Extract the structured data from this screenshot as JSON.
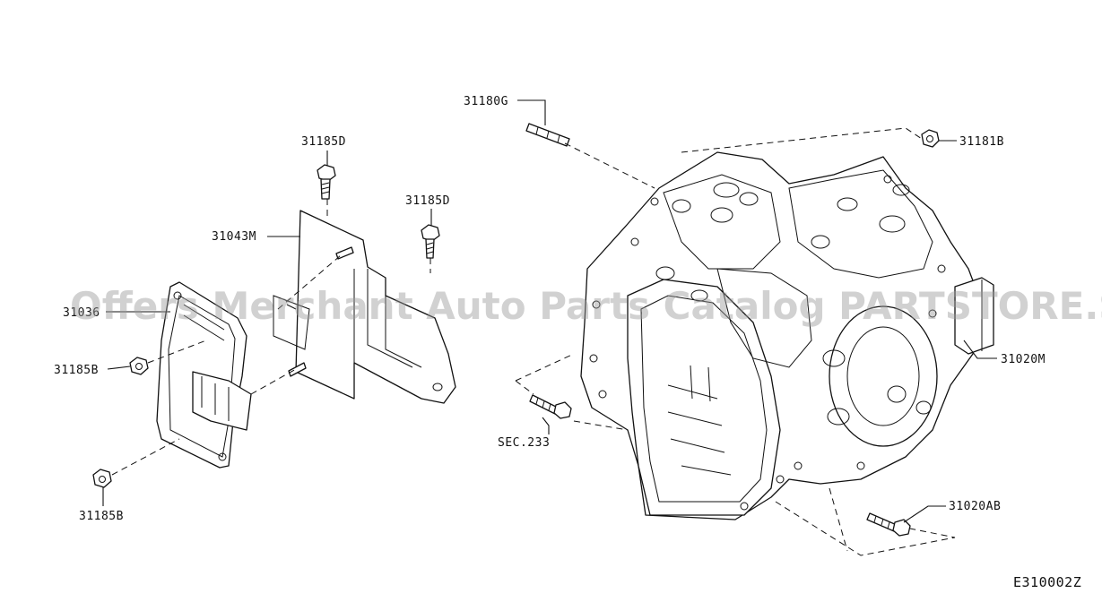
{
  "watermark": "Offers Merchant Auto Parts Catalog PARTSTORE.SA",
  "figure_code": "E310002Z",
  "labels": {
    "l31180G": "31180G",
    "l31181B": "31181B",
    "l31185D_a": "31185D",
    "l31185D_b": "31185D",
    "l31043M": "31043M",
    "l310xx": "31036",
    "l31185B_a": "31185B",
    "l31185B_b": "31185B",
    "l31020M": "31020M",
    "lSEC233": "SEC.233",
    "l31020AB": "31020AB"
  }
}
